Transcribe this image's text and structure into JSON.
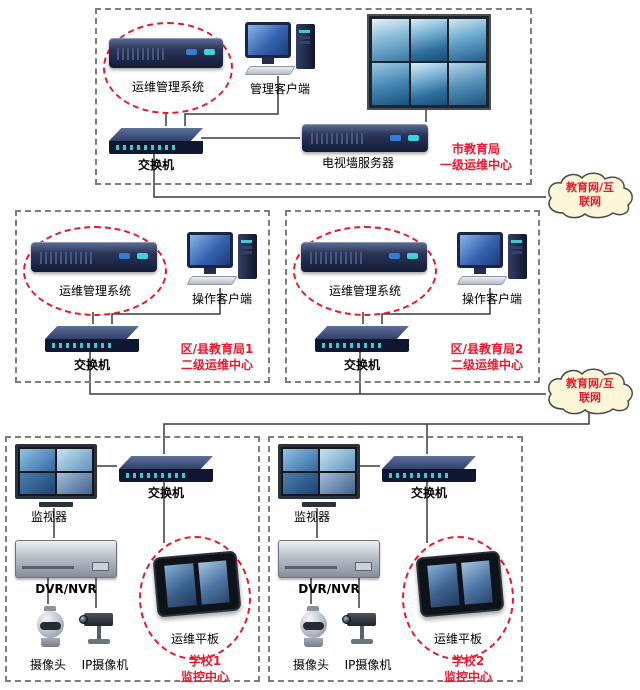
{
  "colors": {
    "accent_red": "#e8192c",
    "wire": "#3a3a3a",
    "cloud_fill": "#fdf6d8"
  },
  "icons": {
    "rack_server": "css-3d-rack-box",
    "desktop_client": "css-monitor-tower-keyboard",
    "video_wall": "css-grid-of-screens",
    "switch": "css-flat-network-box",
    "cctv_monitor": "css-quad-screen",
    "dvr": "css-flat-gray-box",
    "dome_camera": "css-dome-shape",
    "ip_camera": "css-box-camera",
    "tablet": "css-tablet-two-thumbnails",
    "cloud": "svg-cloud-shape"
  },
  "city": {
    "server": "运维管理系统",
    "client": "管理客户端",
    "switch": "交换机",
    "tvwall_server": "电视墙服务器",
    "title1": "市教育局",
    "title2": "一级运维中心"
  },
  "cloud1": {
    "line1": "教育网/互",
    "line2": "联网"
  },
  "cloud2": {
    "line1": "教育网/互",
    "line2": "联网"
  },
  "districts": [
    {
      "server": "运维管理系统",
      "client": "操作客户端",
      "switch": "交换机",
      "title1": "区/县教育局1",
      "title2": "二级运维中心"
    },
    {
      "server": "运维管理系统",
      "client": "操作客户端",
      "switch": "交换机",
      "title1": "区/县教育局2",
      "title2": "二级运维中心"
    }
  ],
  "schools": [
    {
      "monitor": "监视器",
      "switch": "交换机",
      "dvr": "DVR/NVR",
      "camera": "摄像头",
      "ip_camera": "IP摄像机",
      "tablet": "运维平板",
      "title1": "学校1",
      "title2": "监控中心"
    },
    {
      "monitor": "监视器",
      "switch": "交换机",
      "dvr": "DVR/NVR",
      "camera": "摄像头",
      "ip_camera": "IP摄像机",
      "tablet": "运维平板",
      "title1": "学校2",
      "title2": "监控中心"
    }
  ]
}
